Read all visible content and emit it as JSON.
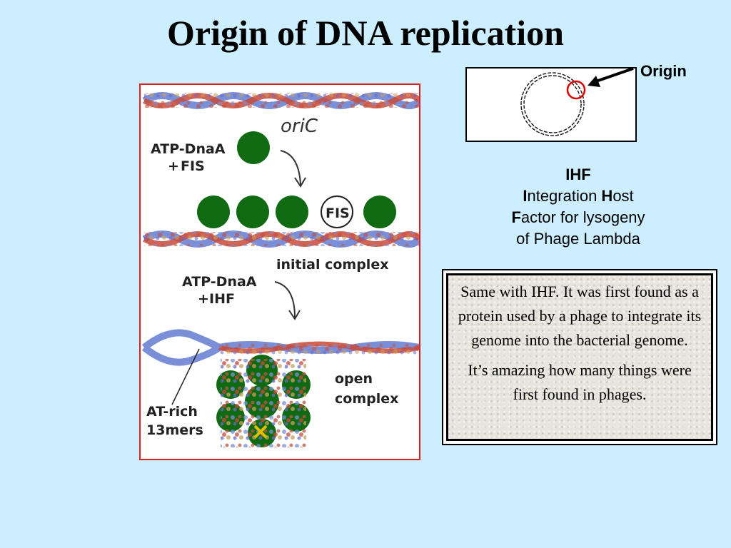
{
  "slide": {
    "title": "Origin of DNA replication"
  },
  "diagram": {
    "oric_label": "oriC",
    "step1_reagent": "ATP-DnaA",
    "step1_plus": "+",
    "step1_cofactor": "FIS",
    "fis_bead_label": "FIS",
    "initial_complex_label": "initial complex",
    "step2_reagent": "ATP-DnaA",
    "step2_plus": "+",
    "step2_cofactor": "IHF",
    "open_complex_line1": "open",
    "open_complex_line2": "complex",
    "at_rich_line1": "AT-rich",
    "at_rich_line2": "13mers",
    "colors": {
      "dnaa": "#0f6a12",
      "frame": "#e02020",
      "helix_blue": "#7a8fd8",
      "helix_red": "#c84a3a",
      "helix_tan": "#c8a060"
    }
  },
  "origin_panel": {
    "label": "Origin",
    "highlight_color": "#e00000"
  },
  "ihf": {
    "heading": "IHF",
    "line2_initial": "I",
    "line2_rest": "ntegration ",
    "line2_bold": "H",
    "line2_end": "ost",
    "line3_initial": "F",
    "line3_rest": "actor for lysogeny",
    "line4": "of Phage Lambda"
  },
  "note": {
    "paragraph1": "Same with IHF. It was first found as a protein used by a phage to integrate its genome into the bacterial genome.",
    "paragraph2": "It’s amazing how many things were first found in phages."
  }
}
